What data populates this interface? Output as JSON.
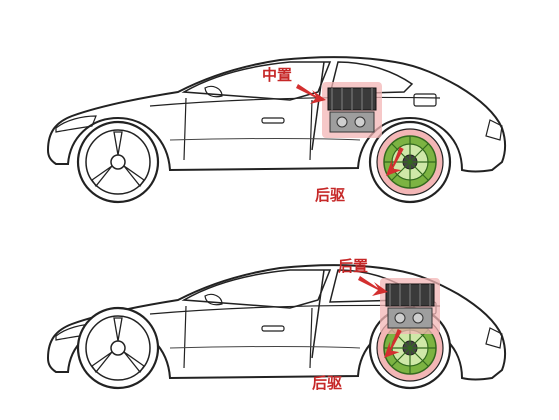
{
  "diagrams": [
    {
      "engine_label": "中置",
      "drive_label": "后驱"
    },
    {
      "engine_label": "后置",
      "drive_label": "后驱"
    }
  ],
  "colors": {
    "label": "#c62828",
    "arrow": "#d32f2f",
    "outline": "#222222",
    "engine_highlight": "#f3b6b6",
    "drive_wheel_rim": "#7cb342"
  }
}
